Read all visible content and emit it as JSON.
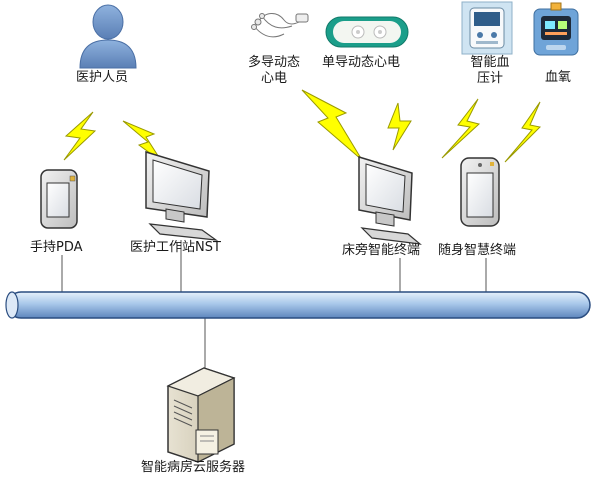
{
  "nodes": {
    "staff": "医护人员",
    "pda": "手持PDA",
    "nst": "医护工作站NST",
    "multi_ecg_line1": "多导动态",
    "multi_ecg_line2": "心电",
    "single_ecg": "单导动态心电",
    "bp_line1": "智能血",
    "bp_line2": "压计",
    "spo2": "血氧",
    "bedside": "床旁智能终端",
    "wearable": "随身智慧终端",
    "server": "智能病房云服务器"
  },
  "icons": {
    "staff": "person-icon",
    "pda": "handheld-pda-icon",
    "nst": "monitor-icon",
    "bedside": "monitor-icon",
    "wearable": "handheld-terminal-icon",
    "server": "server-icon",
    "multi_ecg": "ecg-leads-icon",
    "single_ecg": "ecg-patch-icon",
    "bp": "blood-pressure-monitor-icon",
    "spo2": "oximeter-icon",
    "wireless": "lightning-bolt-icon"
  },
  "colors": {
    "bus_fill": "#9fc0e3",
    "bus_stroke": "#2a4d80",
    "bolt": "#ffff00",
    "person": "#6f95c8",
    "device_gray": "#d5d5d5"
  }
}
